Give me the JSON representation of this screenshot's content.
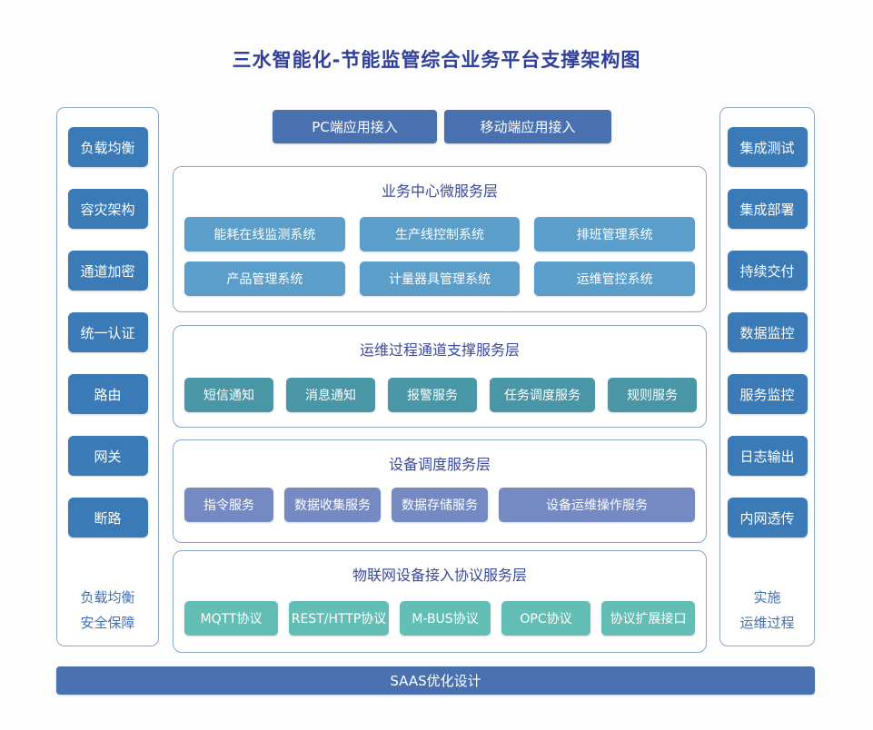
{
  "title": "三水智能化-节能监管综合业务平台支撑架构图",
  "colors": {
    "title": "#2f3f9c",
    "side_button": "#3a7ab6",
    "indigo_button": "#4a71af",
    "business_box": "#5b9ec9",
    "channel_box": "#4996a6",
    "device_box": "#7589c3",
    "iot_box": "#63beb5",
    "frame_border": "#8ba6cb",
    "section_title": "#3a4a9e"
  },
  "top_buttons": {
    "pc": "PC端应用接入",
    "mobile": "移动端应用接入"
  },
  "left_panel": {
    "items": [
      "负载均衡",
      "容灾架构",
      "通道加密",
      "统一认证",
      "路由",
      "网关",
      "断路"
    ],
    "footer_line1": "负载均衡",
    "footer_line2": "安全保障"
  },
  "right_panel": {
    "items": [
      "集成测试",
      "集成部署",
      "持续交付",
      "数据监控",
      "服务监控",
      "日志输出",
      "内网透传"
    ],
    "footer_line1": "实施",
    "footer_line2": "运维过程"
  },
  "sections": [
    {
      "title": "业务中心微服务层",
      "boxes": [
        "能耗在线监测系统",
        "生产线控制系统",
        "排班管理系统",
        "产品管理系统",
        "计量器具管理系统",
        "运维管控系统"
      ]
    },
    {
      "title": "运维过程通道支撑服务层",
      "boxes": [
        "短信通知",
        "消息通知",
        "报警服务",
        "任务调度服务",
        "规则服务"
      ]
    },
    {
      "title": "设备调度服务层",
      "boxes": [
        "指令服务",
        "数据收集服务",
        "数据存储服务",
        "设备运维操作服务"
      ]
    },
    {
      "title": "物联网设备接入协议服务层",
      "boxes": [
        "MQTT协议",
        "REST/HTTP协议",
        "M-BUS协议",
        "OPC协议",
        "协议扩展接口"
      ]
    }
  ],
  "bottom_bar": {
    "label": "SAAS优化设计"
  }
}
